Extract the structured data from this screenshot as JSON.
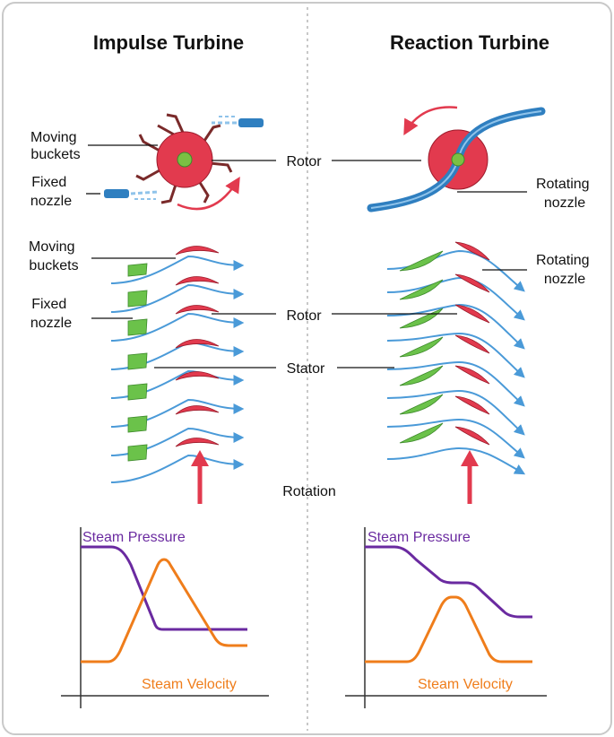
{
  "titles": {
    "impulse": "Impulse Turbine",
    "reaction": "Reaction Turbine"
  },
  "labels": {
    "moving_buckets_1": [
      "Moving",
      "buckets"
    ],
    "fixed_nozzle_1": [
      "Fixed",
      "nozzle"
    ],
    "rotor_1": "Rotor",
    "rotating_nozzle_1": [
      "Rotating",
      "nozzle"
    ],
    "moving_buckets_2": [
      "Moving",
      "buckets"
    ],
    "fixed_nozzle_2": [
      "Fixed",
      "nozzle"
    ],
    "rotor_2": "Rotor",
    "rotating_nozzle_2": [
      "Rotating",
      "nozzle"
    ],
    "stator": "Stator",
    "rotation": "Rotation"
  },
  "graphs": {
    "pressure_label": "Steam Pressure",
    "velocity_label": "Steam Velocity"
  },
  "colors": {
    "pressure": "#6a2aa0",
    "velocity": "#ef7d1b",
    "rotor": "#e23a4e",
    "stator": "#6bc24a",
    "steam": "#4a9ad8",
    "arrow": "#e23a4e"
  }
}
